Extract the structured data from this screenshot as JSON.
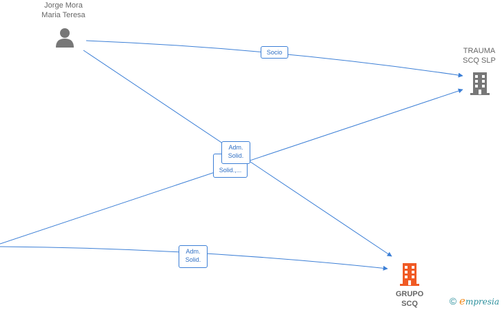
{
  "nodes": {
    "person": {
      "line1": "Jorge Mora",
      "line2": "Maria Teresa",
      "icon": "person-icon"
    },
    "trauma": {
      "line1": "TRAUMA",
      "line2": "SCQ SLP",
      "icon": "building-icon"
    },
    "grupo": {
      "line1": "GRUPO",
      "line2": "SCQ",
      "icon": "building-icon"
    }
  },
  "edges": {
    "socio": {
      "line1": "Socio"
    },
    "adm_top": {
      "line1": "Adm.",
      "line2": "Solid."
    },
    "solid_mid": {
      "line1": "Solid.,..."
    },
    "adm_bottom": {
      "line1": "Adm.",
      "line2": "Solid."
    }
  },
  "colors": {
    "edge": "#3c7fd6",
    "node_gray": "#777777",
    "company_main": "#f05a24"
  },
  "brand": {
    "copyright": "©",
    "e": "e",
    "rest": "mpresia"
  }
}
